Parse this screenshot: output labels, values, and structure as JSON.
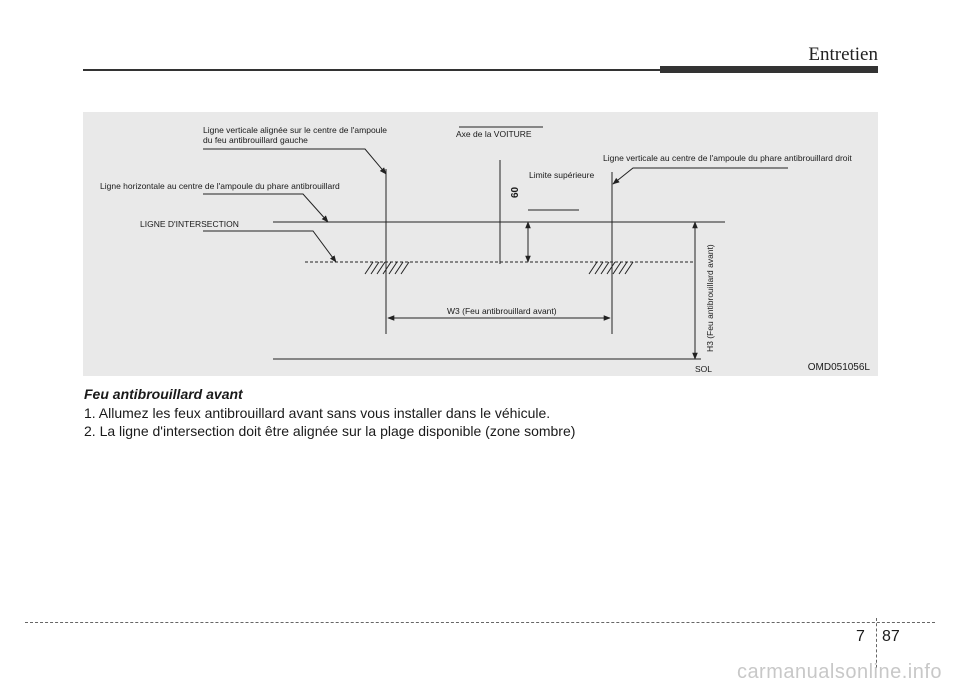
{
  "header": {
    "title": "Entretien"
  },
  "figure": {
    "labels": {
      "vertical_left": [
        "Ligne verticale alignée sur le centre de l'ampoule",
        "du feu antibrouillard gauche"
      ],
      "horizontal": "Ligne horizontale au centre de l'ampoule du phare antibrouillard",
      "intersection": "LIGNE D'INTERSECTION",
      "vehicle_axis": "Axe de la VOITURE",
      "upper_limit": "Limite supérieure",
      "vertical_right": "Ligne verticale au centre de l'ampoule du phare antibrouillard droit",
      "value_60": "60",
      "w3": "W3 (Feu antibrouillard avant)",
      "h3": "H3 (Feu antibrouillard avant)",
      "ground": "SOL"
    },
    "code": "OMD051056L"
  },
  "caption": {
    "title": "Feu antibrouillard avant",
    "steps": [
      "1. Allumez les feux antibrouillard avant sans vous installer dans le véhicule.",
      "2. La ligne d'intersection doit être alignée sur la plage disponible (zone sombre)"
    ]
  },
  "footer": {
    "chapter": "7",
    "page": "87"
  },
  "watermark": "carmanualsonline.info"
}
